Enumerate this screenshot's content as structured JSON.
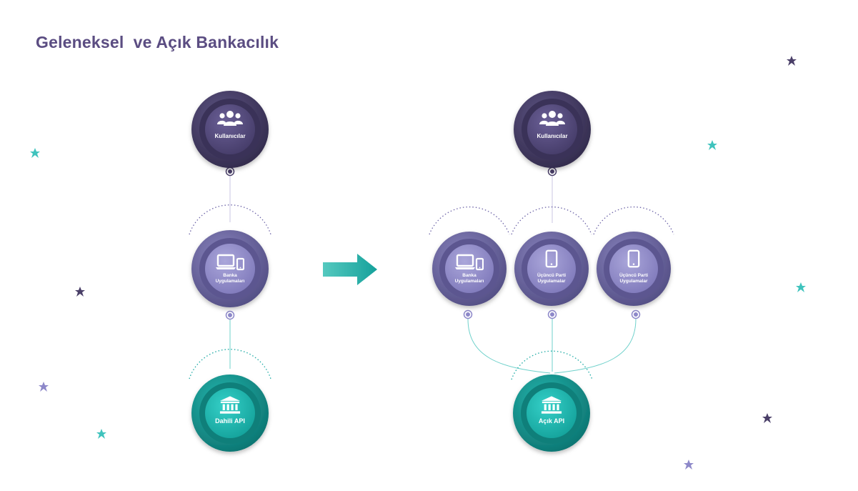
{
  "title": "Geleneksel  ve Açık Bankacılık",
  "colors": {
    "title": "#5b4d82",
    "dark_purple": "#4a3f68",
    "light_purple": "#7c76b4",
    "teal": "#1aa9a3",
    "arrow": "#2fb8b0",
    "connector_purple": "#c9c4e3",
    "connector_teal": "#6fd1cb"
  },
  "traditional": {
    "users": {
      "label": "Kullanıcılar",
      "icon": "users-icon"
    },
    "bank_apps": {
      "label_line1": "Banka",
      "label_line2": "Uygulamaları",
      "icon": "laptop-phone-icon"
    },
    "api": {
      "label": "Dahili API",
      "icon": "bank-icon"
    }
  },
  "open": {
    "users": {
      "label": "Kullanıcılar",
      "icon": "users-icon"
    },
    "apps": [
      {
        "label_line1": "Banka",
        "label_line2": "Uygulamaları",
        "icon": "laptop-phone-icon"
      },
      {
        "label_line1": "Üçüncü Parti",
        "label_line2": "Uygulamalar",
        "icon": "tablet-icon"
      },
      {
        "label_line1": "Üçüncü Parti",
        "label_line2": "Uygulamalar",
        "icon": "tablet-icon"
      }
    ],
    "api": {
      "label": "Açık API",
      "icon": "bank-icon"
    }
  }
}
